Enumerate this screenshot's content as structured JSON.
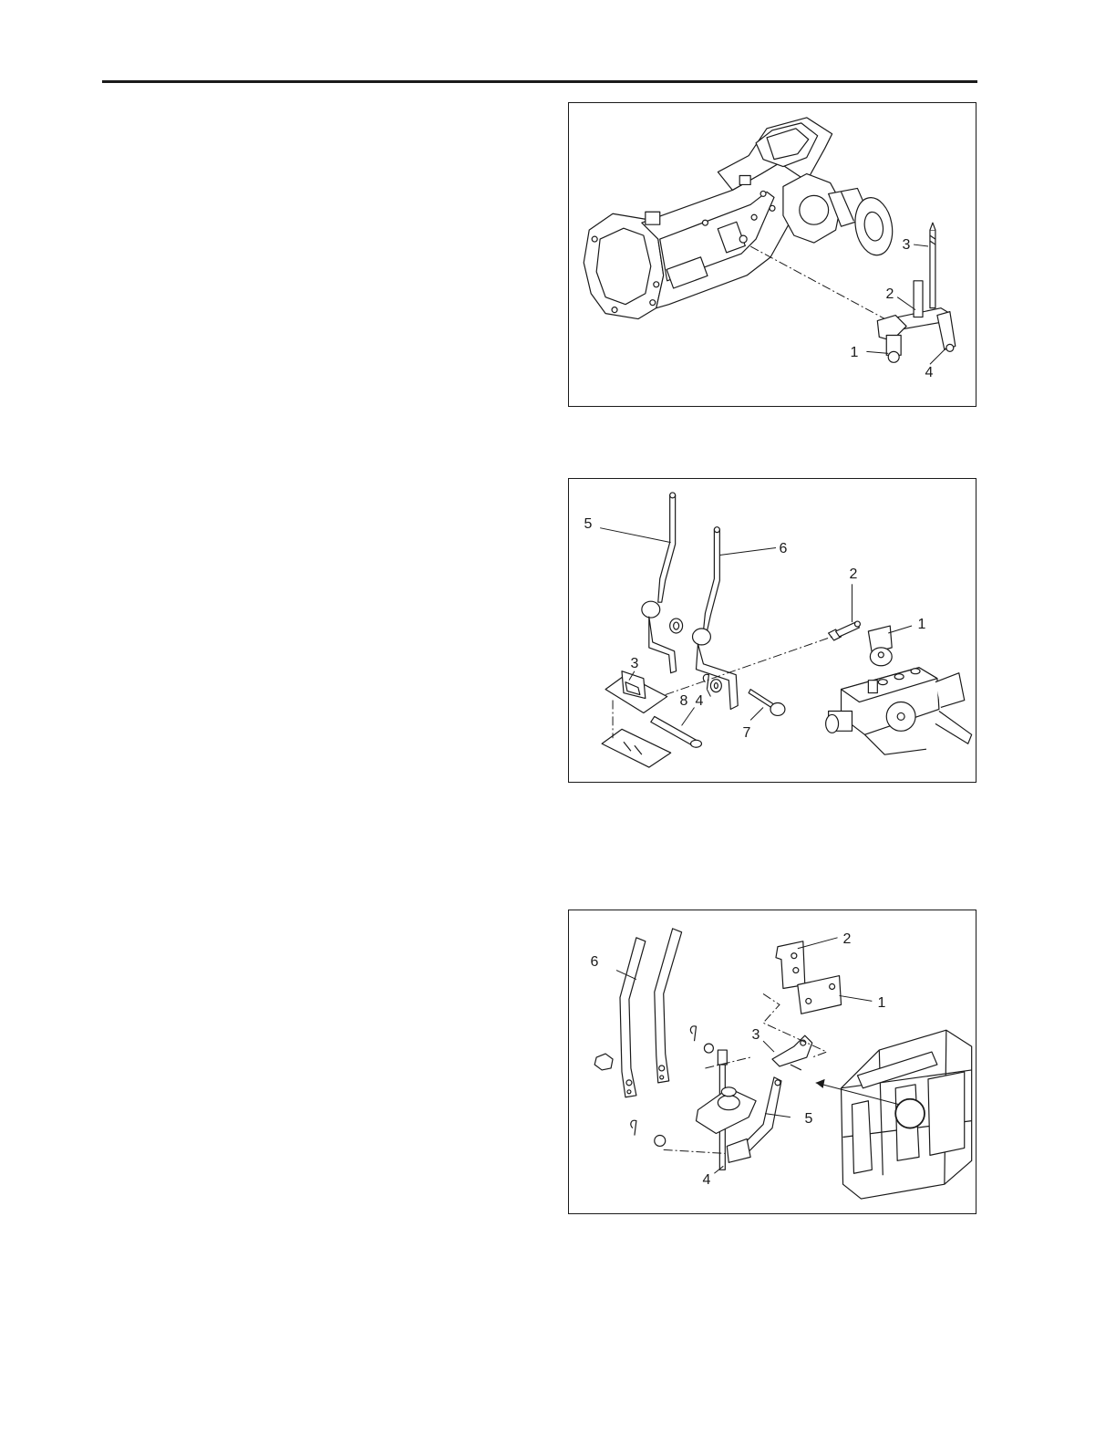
{
  "figures": [
    {
      "id": "fig1",
      "callouts": [
        "1",
        "2",
        "3",
        "4"
      ]
    },
    {
      "id": "fig2",
      "callouts": [
        "1",
        "2",
        "3",
        "4",
        "5",
        "6",
        "7",
        "8"
      ]
    },
    {
      "id": "fig3",
      "callouts": [
        "1",
        "2",
        "3",
        "4",
        "5",
        "6"
      ]
    }
  ]
}
